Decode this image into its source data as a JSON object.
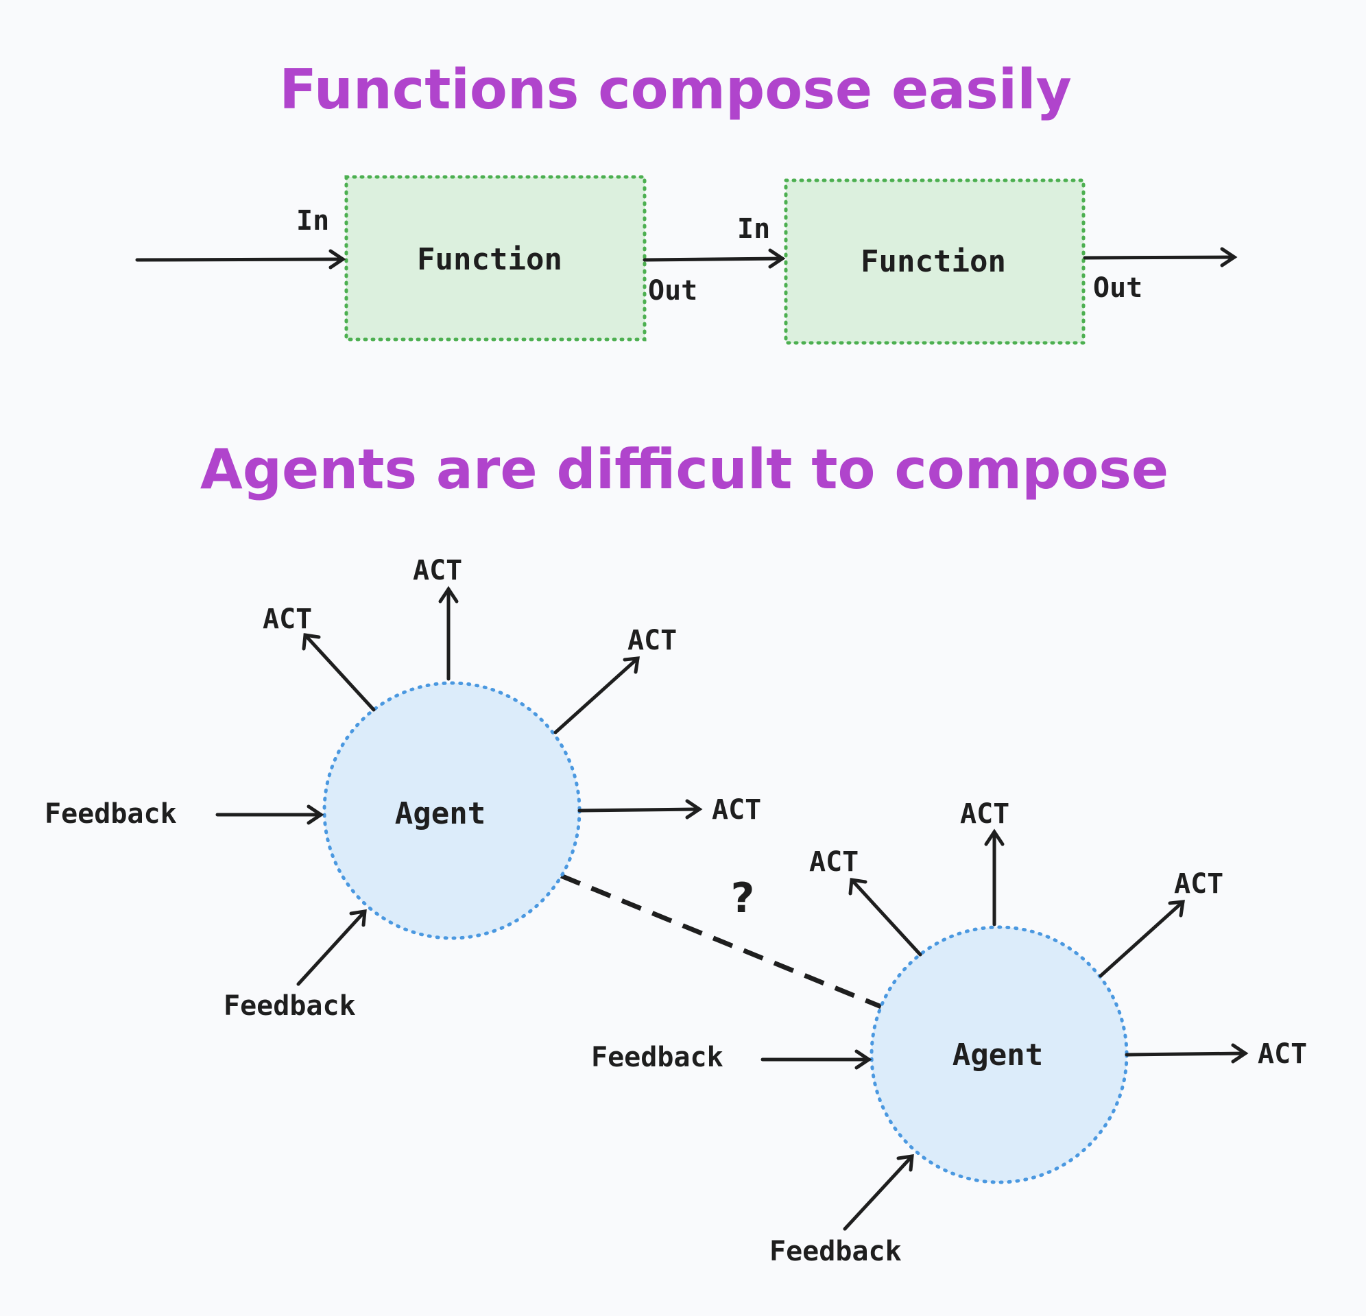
{
  "colors": {
    "background": "#f9fafc",
    "title": "#b044cc",
    "function_fill": "#dcf0de",
    "function_border": "#4caf50",
    "agent_fill": "#dcecfa",
    "agent_border": "#4a98e0",
    "ink": "#1e1e1e"
  },
  "top": {
    "title": "Functions compose easily",
    "function_1": {
      "label": "Function",
      "in_label": "In",
      "out_label": "Out"
    },
    "function_2": {
      "label": "Function",
      "in_label": "In",
      "out_label": "Out"
    }
  },
  "bottom": {
    "title": "Agents are difficult to compose",
    "connector_label": "?",
    "agent_1": {
      "label": "Agent",
      "act_labels": [
        "ACT",
        "ACT",
        "ACT",
        "ACT"
      ],
      "feedback_labels": [
        "Feedback",
        "Feedback"
      ]
    },
    "agent_2": {
      "label": "Agent",
      "act_labels": [
        "ACT",
        "ACT",
        "ACT",
        "ACT"
      ],
      "feedback_labels": [
        "Feedback",
        "Feedback"
      ]
    }
  }
}
